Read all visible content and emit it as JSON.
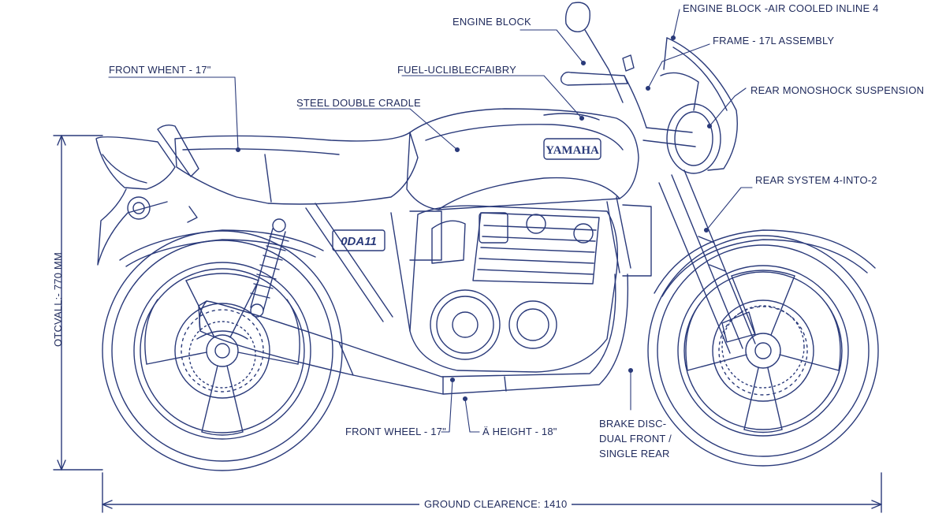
{
  "colors": {
    "ink": "#1f2a5c",
    "line": "#2a3a7a",
    "faint": "#b9c2de",
    "background": "#ffffff"
  },
  "labels": {
    "engine_block": "ENGINE BLOCK",
    "engine_block_air": "ENGINE BLOCK -AIR COOLED INLINE 4",
    "frame": "FRAME - 17L ASSEMBLY",
    "rear_monoshock": "REAR MONOSHOCK SUSPENSION",
    "front_whent": "FRONT WHENT - 17\"",
    "fuel": "FUEL-UCLIBLECFAIBRY",
    "steel_cradle": "STEEL DOUBLE CRADLE",
    "rear_system": "REAR SYSTEM   4-INTO-2",
    "front_wheel": "FRONT WHEEL - 17\"",
    "height": "Ä HEIGHT - 18\"",
    "brake_disc": "BRAKE DISC- DUAL FRONT / SINGLE REAR",
    "ground_clearance": "GROUND CLEARENCE: 1410",
    "overall_height": "OTCVALL:- 770 MM"
  },
  "branding": {
    "tank_logo": "YAMAHA",
    "side_cover": "0DA11"
  }
}
